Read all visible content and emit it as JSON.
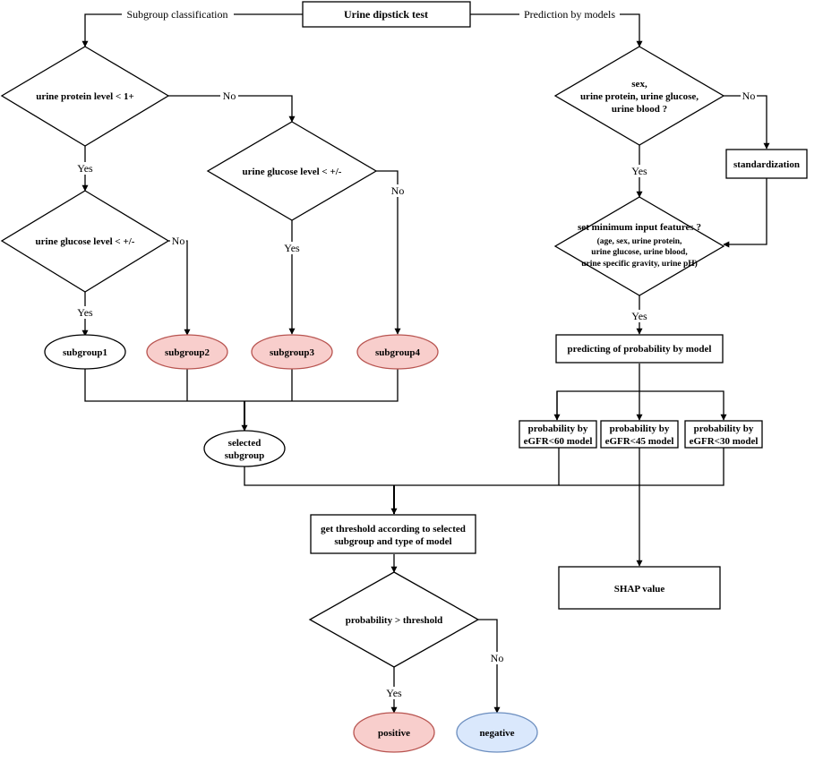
{
  "nodes": {
    "start": "Urine dipstick test",
    "protein_decision": "urine protein level < 1+",
    "glucose_decision_left": "urine glucose level < +/-",
    "glucose_decision_mid": "urine glucose level < +/-",
    "subgroup1": "subgroup1",
    "subgroup2": "subgroup2",
    "subgroup3": "subgroup3",
    "subgroup4": "subgroup4",
    "selected_subgroup": [
      "selected",
      "subgroup"
    ],
    "threshold_box": [
      "get threshold according to selected",
      "subgroup and type of model"
    ],
    "prob_decision": "probability > threshold",
    "positive": "positive",
    "negative": "negative",
    "sex_decision": [
      "sex,",
      "urine protein, urine glucose,",
      "urine blood ?"
    ],
    "standardization": "standardization",
    "min_features_title": "set minimum input features ?",
    "min_features_details": [
      "(age, sex, urine protein,",
      "urine glucose, urine blood,",
      "urine specific gravity, urine pH)"
    ],
    "predicting": "predicting of probability by model",
    "model60": [
      "probability by",
      "eGFR<60 model"
    ],
    "model45": [
      "probability by",
      "eGFR<45 model"
    ],
    "model30": [
      "probability by",
      "eGFR<30 model"
    ],
    "shap": "SHAP value"
  },
  "edges": {
    "subgroup_classification": "Subgroup classification",
    "prediction_by_models": "Prediction by models",
    "yes": "Yes",
    "no": "No"
  }
}
